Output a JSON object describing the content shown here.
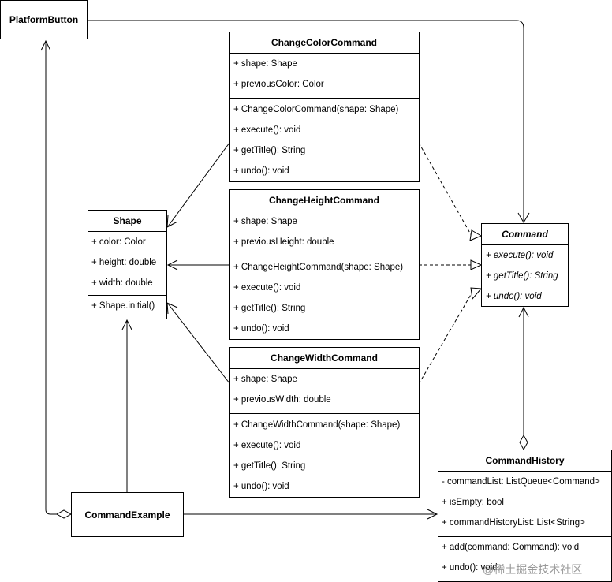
{
  "classes": {
    "platform_button": {
      "name": "PlatformButton"
    },
    "change_color": {
      "name": "ChangeColorCommand",
      "attributes": [
        "+ shape: Shape",
        "+ previousColor: Color"
      ],
      "methods": [
        "+ ChangeColorCommand(shape: Shape)",
        "+ execute(): void",
        "+ getTitle(): String",
        "+ undo(): void"
      ]
    },
    "change_height": {
      "name": "ChangeHeightCommand",
      "attributes": [
        "+ shape: Shape",
        "+ previousHeight: double"
      ],
      "methods": [
        "+ ChangeHeightCommand(shape: Shape)",
        "+ execute(): void",
        "+ getTitle(): String",
        "+ undo(): void"
      ]
    },
    "change_width": {
      "name": "ChangeWidthCommand",
      "attributes": [
        "+ shape: Shape",
        "+ previousWidth: double"
      ],
      "methods": [
        "+ ChangeWidthCommand(shape: Shape)",
        "+ execute(): void",
        "+ getTitle(): String",
        "+ undo(): void"
      ]
    },
    "shape": {
      "name": "Shape",
      "attributes": [
        "+ color: Color",
        "+ height: double",
        "+ width: double"
      ],
      "methods": [
        "+ Shape.initial()"
      ]
    },
    "command": {
      "name": "Command",
      "methods": [
        "+ execute(): void",
        "+ getTitle(): String",
        "+ undo(): void"
      ]
    },
    "command_history": {
      "name": "CommandHistory",
      "attributes": [
        "- commandList: ListQueue<Command>",
        "+ isEmpty: bool",
        "+ commandHistoryList: List<String>"
      ],
      "methods": [
        "+ add(command: Command): void",
        "+ undo(): void"
      ]
    },
    "command_example": {
      "name": "CommandExample"
    }
  },
  "watermark": "@稀土掘金技术社区"
}
